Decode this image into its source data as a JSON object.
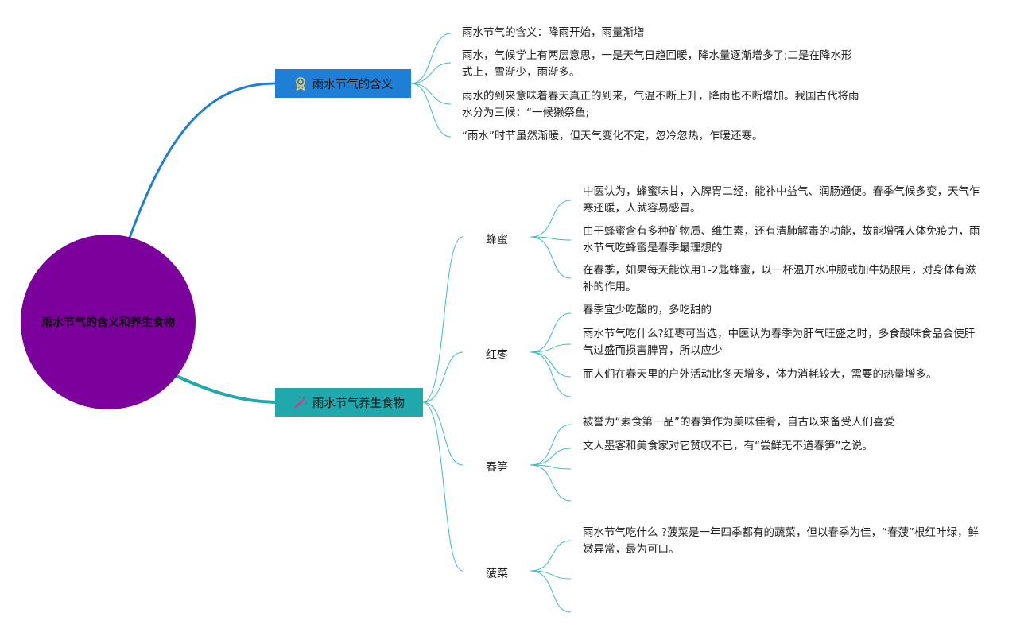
{
  "root": {
    "label": "雨水节气的含义和养生食物"
  },
  "branches": [
    {
      "label": "雨水节气的含义",
      "icon": "award-medal-icon",
      "color": "#1f7fd6",
      "leaves": [
        "雨水节气的含义：降雨开始，雨量渐增",
        "雨水，气候学上有两层意思，一是天气日趋回暖，降水量逐渐增多了;二是在降水形式上，雪渐少，雨渐多。",
        "雨水的到来意味着春天真正的到来，气温不断上升，降雨也不断增加。我国古代将雨水分为三候：“一候獭祭鱼;",
        "“雨水”时节虽然渐暖，但天气变化不定，忽冷忽热，乍暖还寒。"
      ]
    },
    {
      "label": "雨水节气养生食物",
      "icon": "magic-wand-icon",
      "color": "#20a8ad",
      "subtopics": [
        {
          "label": "蜂蜜",
          "leaves": [
            "中医认为，蜂蜜味甘，入脾胃二经，能补中益气、润肠通便。春季气候多变，天气乍寒还暖，人就容易感冒。",
            "由于蜂蜜含有多种矿物质、维生素，还有清肺解毒的功能，故能增强人体免疫力，雨水节气吃蜂蜜是春季最理想的",
            "在春季，如果每天能饮用1-2匙蜂蜜，以一杯温开水冲服或加牛奶服用，对身体有滋补的作用。"
          ]
        },
        {
          "label": "红枣",
          "leaves": [
            "春季宜少吃酸的，多吃甜的",
            "雨水节气吃什么?红枣可当选，中医认为春季为肝气旺盛之时，多食酸味食品会使肝气过盛而损害脾胃，所以应少",
            "而人们在春天里的户外活动比冬天增多，体力消耗较大，需要的热量增多。",
            ""
          ]
        },
        {
          "label": "春笋",
          "leaves": [
            "被誉为“素食第一品”的春笋作为美味佳肴，自古以来备受人们喜爱",
            "文人墨客和美食家对它赞叹不已，有“尝鲜无不道春笋”之说。",
            "",
            ""
          ]
        },
        {
          "label": "菠菜",
          "leaves": [
            "雨水节气吃什么 ?菠菜是一年四季都有的蔬菜，但以春季为佳，“春菠”根红叶绿，鲜嫩异常，最为可口。",
            "",
            ""
          ]
        }
      ]
    }
  ],
  "colors": {
    "root": "#7b009c",
    "link": "#3fbcc4",
    "branch1": "#1f7fd6",
    "branch2": "#20a8ad"
  }
}
